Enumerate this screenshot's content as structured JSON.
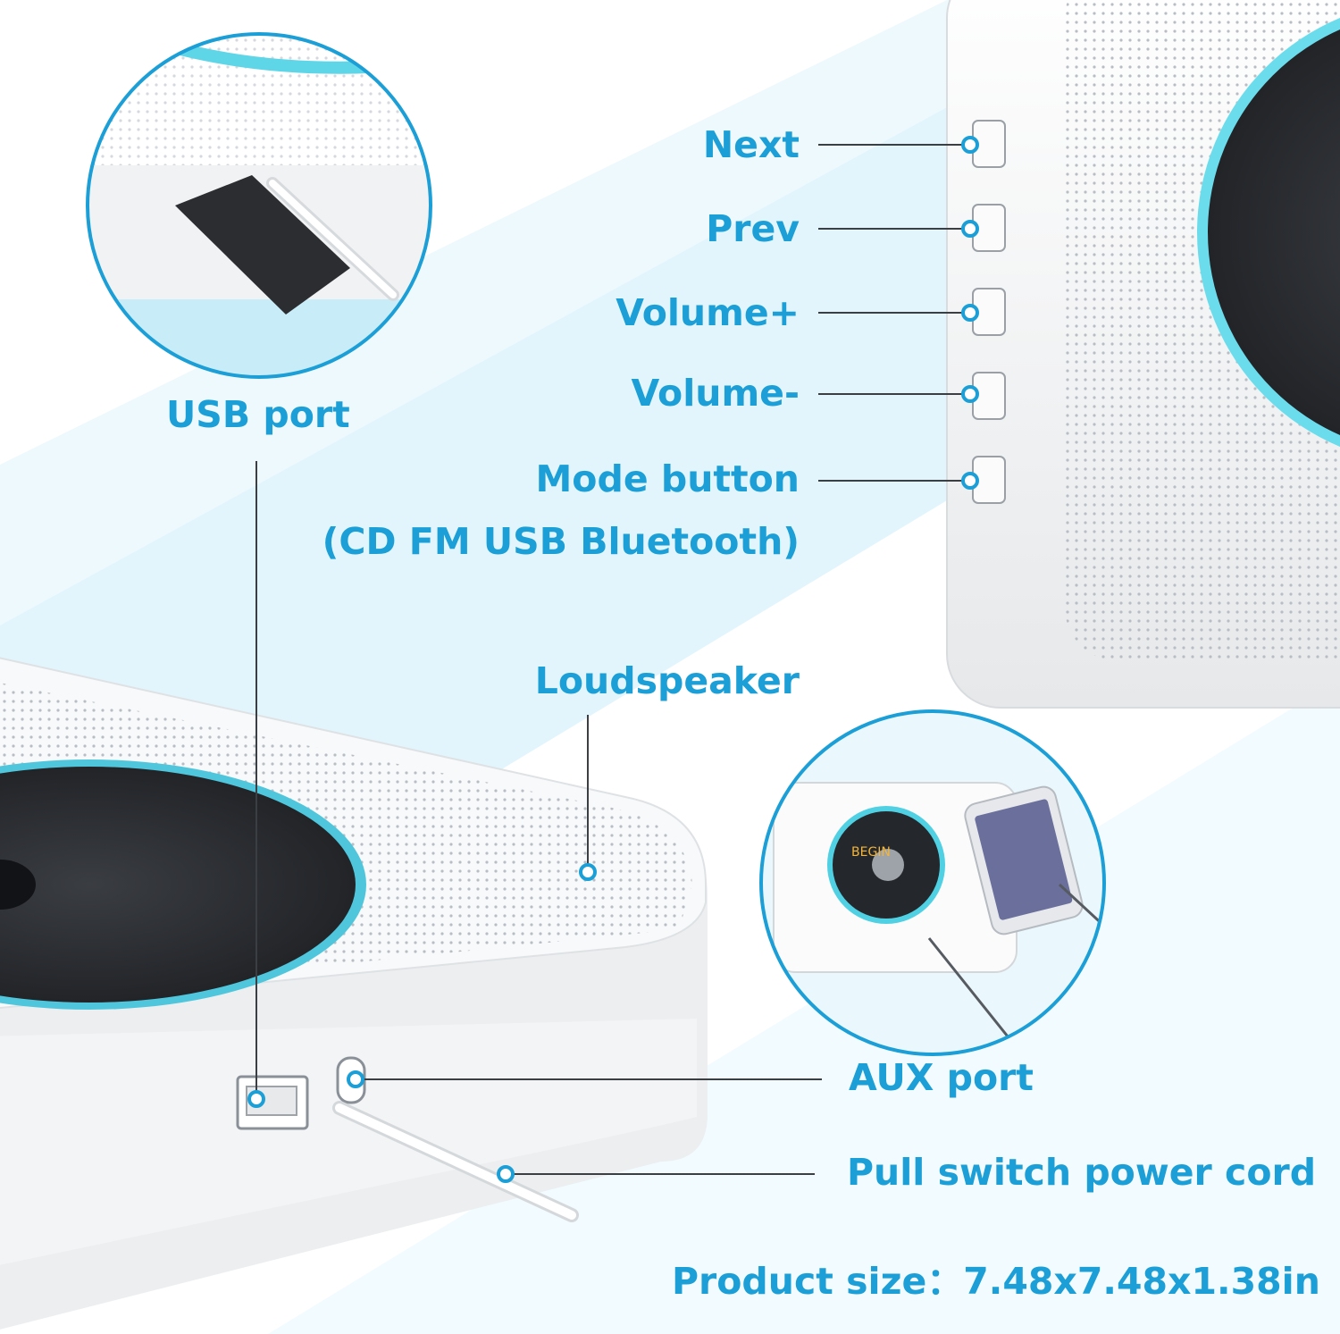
{
  "colors": {
    "accent": "#1b9fd6",
    "light_blue": "#cfeefb",
    "device_white": "#f7f8f9",
    "disc_dark": "#2c2f33",
    "ring_cyan": "#3fd0e0"
  },
  "labels": {
    "next": "Next",
    "prev": "Prev",
    "volume_up": "Volume+",
    "volume_down": "Volume-",
    "mode_button": "Mode button",
    "mode_options": "(CD FM USB Bluetooth)",
    "usb_port": "USB port",
    "loudspeaker": "Loudspeaker",
    "aux_port": "AUX port",
    "power_cord": "Pull switch power cord",
    "product_size": "Product size：7.48x7.48x1.38in"
  },
  "display_text": "BEGIN",
  "icons": {
    "callout_dot": "callout-dot-icon"
  }
}
